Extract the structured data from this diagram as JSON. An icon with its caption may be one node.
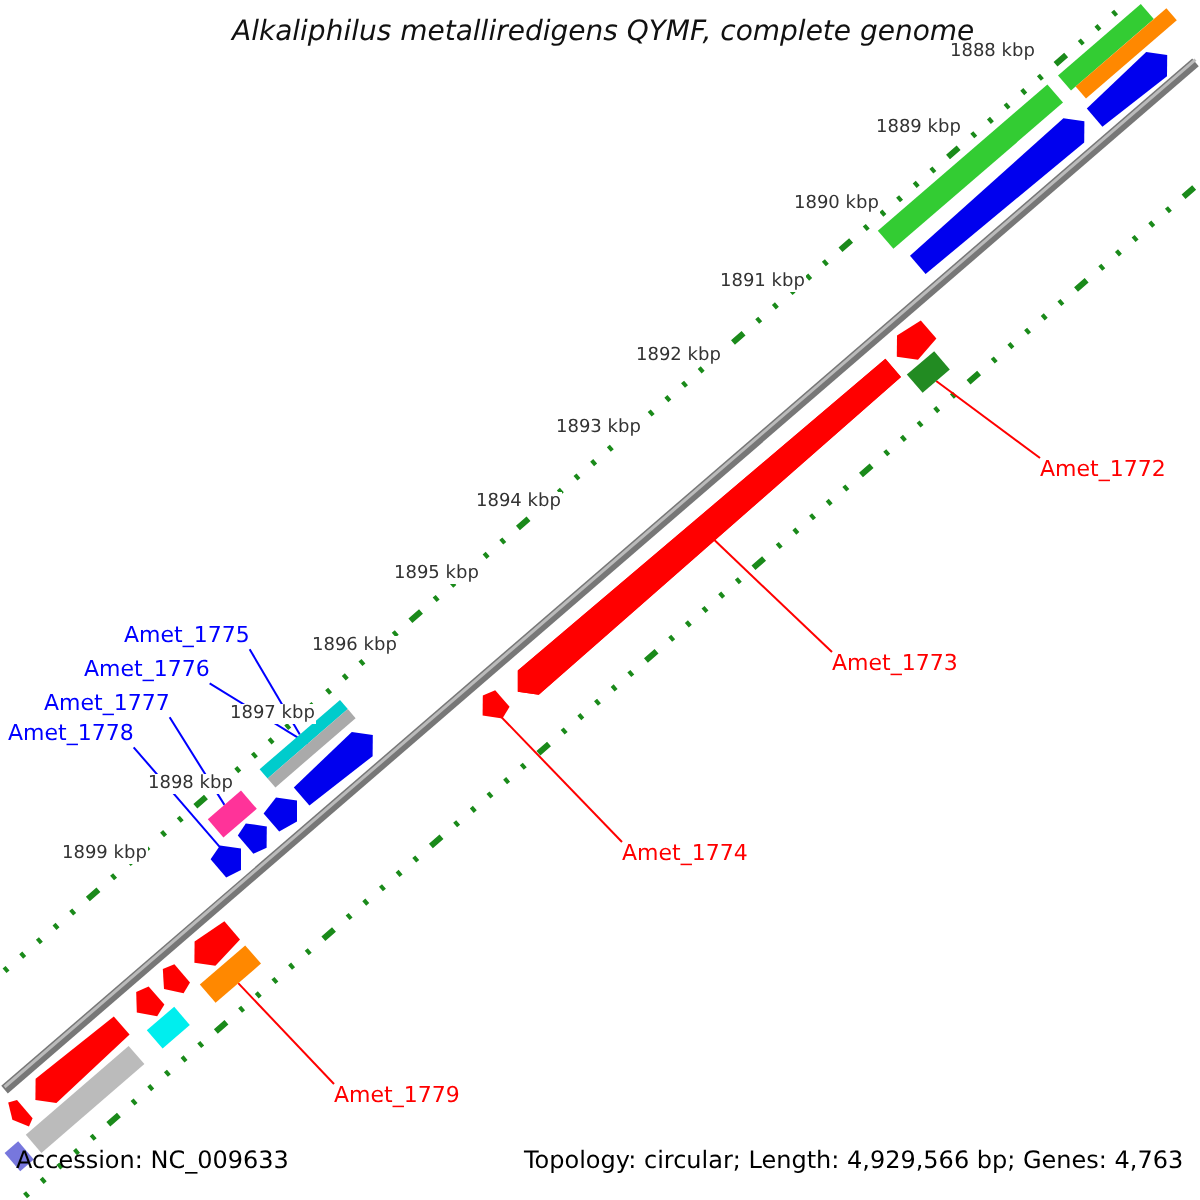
{
  "diagram": {
    "title": "Alkaliphilus metalliredigens QYMF, complete genome",
    "nodes": [
      {
        "text": [
          "Amet_1772"
        ]
      },
      {
        "text": [],
        "shape": "bar"
      },
      {
        "text": [
          "Amet_1773"
        ]
      },
      {
        "text": [],
        "shape": "bar"
      },
      {
        "text": [
          "Amet_1774"
        ]
      },
      {
        "text": [],
        "shape": "bar"
      },
      {
        "text": [
          "Amet_1775"
        ]
      },
      {
        "text": [],
        "shape": "bar"
      },
      {
        "text": [
          "Amet_1776"
        ]
      },
      {
        "text": [],
        "shape": "bar"
      },
      {
        "text": [
          "Amet_1777"
        ]
      },
      {
        "text": [],
        "shape": "bar"
      },
      {
        "text": [
          "Amet_1778"
        ]
      },
      {
        "text": [],
        "shape": "bar"
      },
      {
        "text": [
          "Amet_1779"
        ]
      },
      {
        "text": [],
        "shape": "bar"
      }
    ],
    "edges": [
      {
        "from": 0,
        "to": 1,
        "arrow": "none",
        "color": "#ff0000"
      },
      {
        "from": 2,
        "to": 3,
        "arrow": "none",
        "color": "#ff0000"
      },
      {
        "from": 4,
        "to": 5,
        "arrow": "none",
        "color": "#ff0000"
      },
      {
        "from": 6,
        "to": 7,
        "arrow": "none",
        "color": "#0000ff"
      },
      {
        "from": 8,
        "to": 9,
        "arrow": "none",
        "color": "#0000ff"
      },
      {
        "from": 10,
        "to": 11,
        "arrow": "none",
        "color": "#0000ff"
      },
      {
        "from": 12,
        "to": 13,
        "arrow": "none",
        "color": "#0000ff"
      },
      {
        "from": 14,
        "to": 15,
        "arrow": "none",
        "color": "#ff0000"
      }
    ],
    "labels": [
      "1888 kbp",
      "1889 kbp",
      "1890 kbp",
      "1891 kbp",
      "1892 kbp",
      "1893 kbp",
      "1894 kbp",
      "1895 kbp",
      "1896 kbp",
      "1897 kbp",
      "1898 kbp",
      "1899 kbp",
      "Accession: NC_009633",
      "Topology: circular; Length: 4,929,566 bp; Genes: 4,763"
    ]
  }
}
